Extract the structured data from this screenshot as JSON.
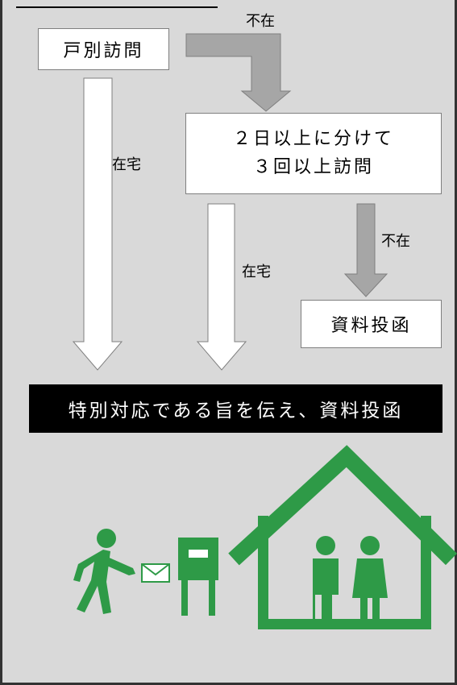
{
  "header": {
    "title": ""
  },
  "flow": {
    "door_visit": "戸別訪問",
    "multi_visit_line1": "２日以上に分けて",
    "multi_visit_line2": "３回以上訪問",
    "drop_material": "資料投函",
    "absent_label_1": "不在",
    "absent_label_2": "不在",
    "home_label_1": "在宅",
    "home_label_2": "在宅",
    "final_action": "特別対応である旨を伝え、資料投函"
  },
  "colors": {
    "background": "#d9d9d9",
    "accent_green": "#2e9a47",
    "gray_arrow": "#a6a6a6",
    "black_bar": "#000000"
  },
  "illustration": {
    "icons": [
      "person-delivering-icon",
      "envelope-icon",
      "mailbox-icon",
      "house-icon",
      "man-icon",
      "woman-icon"
    ]
  }
}
